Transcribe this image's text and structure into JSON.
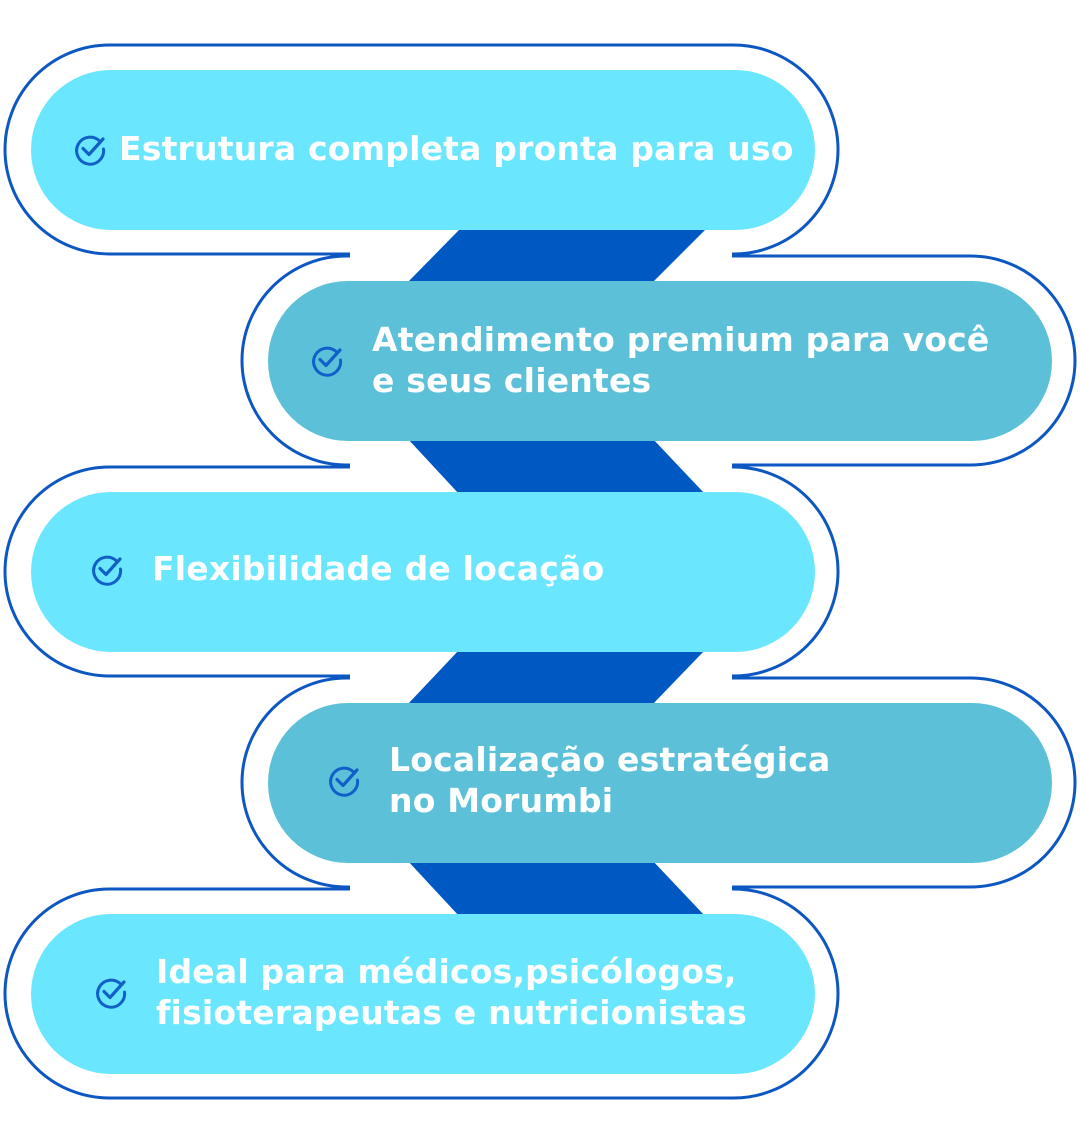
{
  "colors": {
    "outline": "#0d57c2",
    "connector": "#0059c2",
    "pill_light": "#6ae6ff",
    "pill_dark": "#5cc1d8",
    "text": "#ffffff",
    "check": "#1060c8"
  },
  "items": [
    {
      "icon": "check-circle-icon",
      "lines": [
        "Estrutura completa pronta para uso"
      ]
    },
    {
      "icon": "check-circle-icon",
      "lines": [
        "Atendimento premium para você",
        "e seus clientes"
      ]
    },
    {
      "icon": "check-circle-icon",
      "lines": [
        "Flexibilidade de locação"
      ]
    },
    {
      "icon": "check-circle-icon",
      "lines": [
        "Localização estratégica",
        "no Morumbi"
      ]
    },
    {
      "icon": "check-circle-icon",
      "lines": [
        "Ideal para médicos,psicólogos,",
        "fisioterapeutas e nutricionistas"
      ]
    }
  ]
}
